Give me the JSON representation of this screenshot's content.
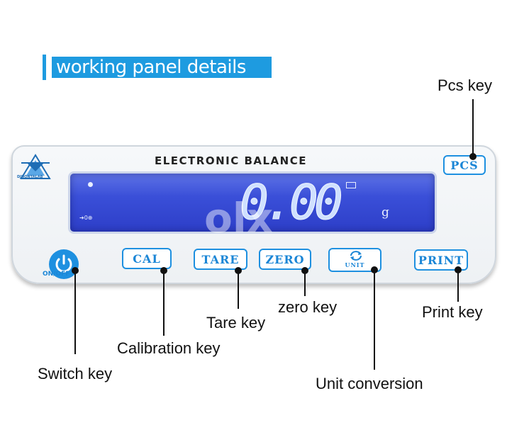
{
  "header": {
    "title": "working panel details"
  },
  "panel": {
    "title": "ELECTRONIC BALANCE",
    "logo_text": "DJHONTALAB",
    "display": {
      "reading": "0.00",
      "unit": "g"
    }
  },
  "keys": {
    "pcs": "PCS",
    "cal": "CAL",
    "tare": "TARE",
    "zero": "ZERO",
    "unit": "UNIT",
    "print": "PRINT",
    "onoff": "ON/OFF"
  },
  "labels": {
    "pcs_key": "Pcs key",
    "switch_key": "Switch key",
    "calibration_key": "Calibration key",
    "tare_key": "Tare key",
    "zero_key": "zero key",
    "unit_conversion": "Unit conversion",
    "print_key": "Print key"
  },
  "watermark": "olx",
  "colors": {
    "accent": "#1e9be0",
    "lcd": "#3a4fd8",
    "key_text": "#1b86d6"
  }
}
